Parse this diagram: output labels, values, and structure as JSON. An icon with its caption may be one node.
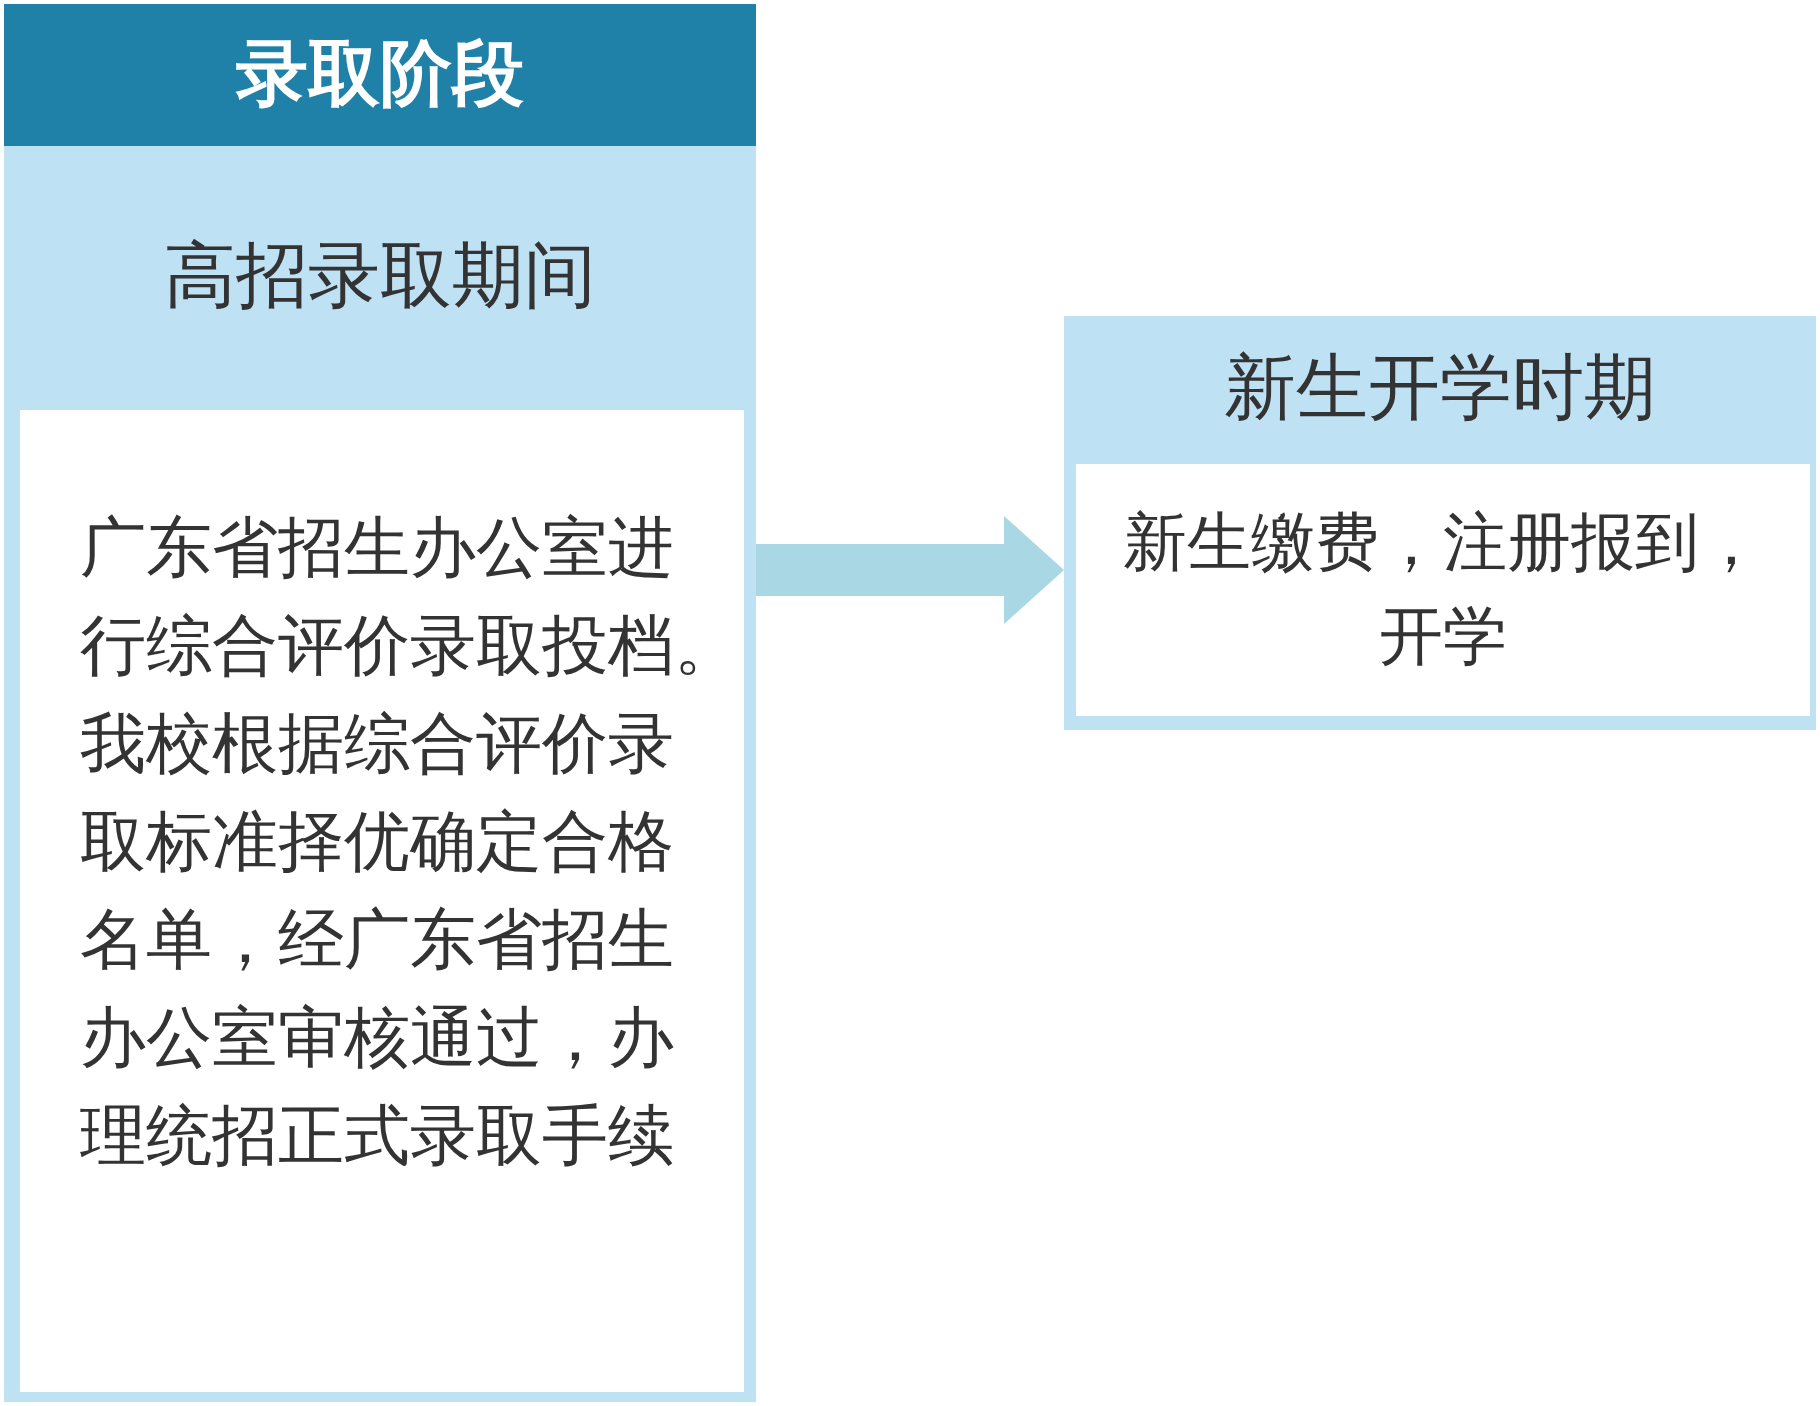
{
  "diagram": {
    "nodes": [
      {
        "text": [
          "录取阶段"
        ]
      },
      {
        "text": [
          "高招录取期间"
        ]
      },
      {
        "text": [
          "广东省招生办公室进行综合评价录取投档。我校根据综合评价录取标准择优确定合格名单，经广东省招生办公室审核通过，办理统招正式录取手续"
        ],
        "in": 1
      },
      {
        "text": [
          "新生开学时期"
        ]
      },
      {
        "text": [
          "新生缴费，注册报到，开学"
        ],
        "in": 3
      }
    ],
    "edges": [
      {
        "from": 1,
        "to": 3,
        "arrow": "to"
      }
    ]
  }
}
